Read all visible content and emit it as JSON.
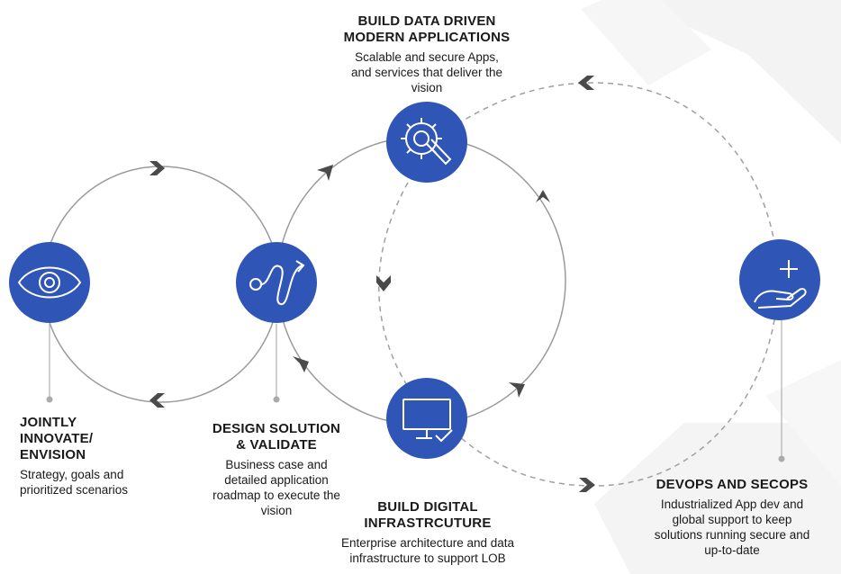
{
  "colors": {
    "node_fill": "#2f55b7",
    "icon_stroke": "#ffffff",
    "solid_path": "#9a9a9a",
    "dashed_path": "#a0a0a0",
    "arrow": "#4a4a4a",
    "leader_dot": "#aaaaaa",
    "background_shape": "#f2f2f2"
  },
  "stages": {
    "envision": {
      "icon": "eye-icon",
      "title_lines": [
        "JOINTLY",
        "INNOVATE/",
        "ENVISION"
      ],
      "desc_lines": [
        "Strategy, goals and",
        "prioritized scenarios"
      ]
    },
    "design": {
      "icon": "path-route-icon",
      "title_lines": [
        "DESIGN SOLUTION",
        "& VALIDATE"
      ],
      "desc_lines": [
        "Business case and",
        "detailed application",
        "roadmap to execute the",
        "vision"
      ]
    },
    "build_apps": {
      "icon": "gear-wrench-icon",
      "title_lines": [
        "BUILD DATA DRIVEN",
        "MODERN APPLICATIONS"
      ],
      "desc_lines": [
        "Scalable and secure Apps,",
        "and services that deliver the",
        "vision"
      ]
    },
    "build_infra": {
      "icon": "monitor-check-icon",
      "title_lines": [
        "BUILD DIGITAL",
        "INFRASTRCUTURE"
      ],
      "desc_lines": [
        "Enterprise architecture and data",
        "infrastructure to support LOB"
      ]
    },
    "devops": {
      "icon": "hand-plus-icon",
      "title_lines": [
        "DEVOPS AND SECOPS"
      ],
      "desc_lines": [
        "Industrialized App dev and",
        "global support to keep",
        "solutions running secure and",
        "up-to-date"
      ]
    }
  }
}
